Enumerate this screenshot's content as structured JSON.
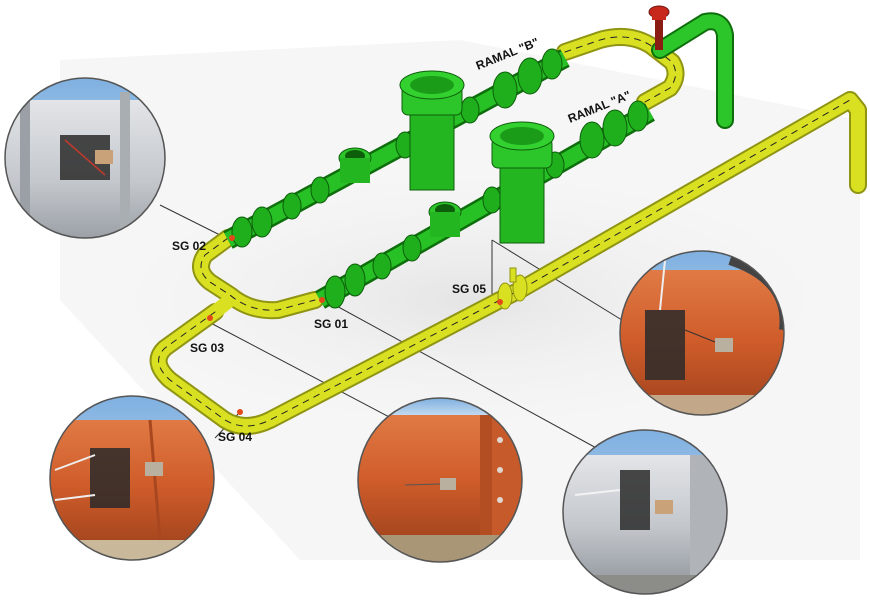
{
  "labels": {
    "ramal_b": "RAMAL \"B\"",
    "ramal_a": "RAMAL \"A\"",
    "sg01": "SG 01",
    "sg02": "SG 02",
    "sg03": "SG 03",
    "sg04": "SG 04",
    "sg05": "SG 05"
  },
  "colors": {
    "yellow_pipe": "#d9e021",
    "yellow_pipe_dark": "#9aa013",
    "green_equipment": "#1fb81c",
    "green_dark": "#0e6e0c",
    "orange_pipe": "#d2602e",
    "gray_pipe": "#c9ccd0",
    "strain_gauge_marker": "#e34a1a",
    "valve_red": "#c8281c"
  },
  "photos": [
    {
      "id": "photo-sg02",
      "surface": "gray"
    },
    {
      "id": "photo-sg04",
      "surface": "orange"
    },
    {
      "id": "photo-sg03",
      "surface": "orange"
    },
    {
      "id": "photo-sg01",
      "surface": "gray"
    },
    {
      "id": "photo-sg05",
      "surface": "orange"
    }
  ]
}
